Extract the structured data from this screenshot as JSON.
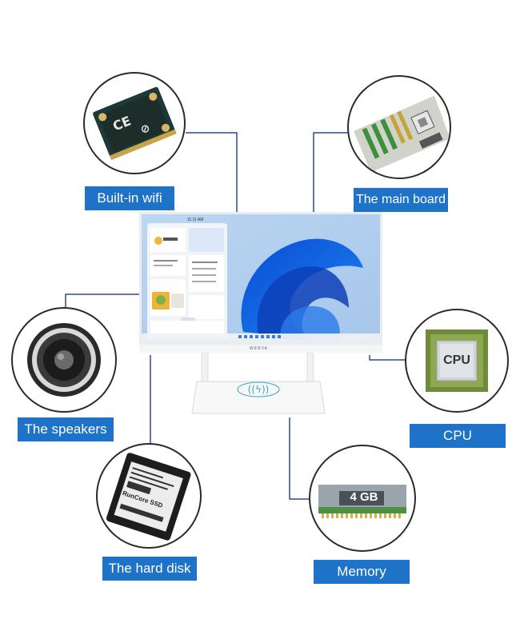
{
  "labels": {
    "wifi": "Built-in wifi",
    "mainboard": "The main board",
    "speakers": "The speakers",
    "cpu": "CPU",
    "harddisk": "The hard disk",
    "memory": "Memory"
  },
  "chips": {
    "cpu_text": "CPU",
    "memory_text": "4 GB",
    "ssd_brand": "RunCore SSD"
  },
  "screen": {
    "time": "11:11 AM",
    "brand": "WERVA"
  },
  "colors": {
    "accent": "#1e73c8",
    "line": "#2c4a9a"
  }
}
